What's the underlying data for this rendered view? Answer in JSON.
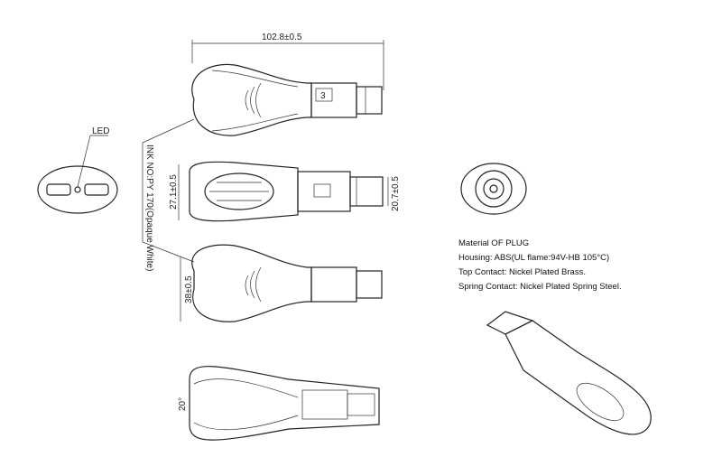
{
  "dimensions": {
    "length": "102.8±0.5",
    "height_side": "27.1±0.5",
    "tip_height": "20.7±0.5",
    "width": "38±0.5",
    "angle": "20°",
    "part_mark": "3"
  },
  "led_label": "LED",
  "ink_note": "INK NO:PY 170(Opaque White)",
  "material": {
    "title": "Material OF PLUG",
    "housing": "Housing: ABS(UL flame:94V-HB 105°C)",
    "top_contact": "Top Contact: Nickel Plated Brass.",
    "spring_contact": "Spring Contact: Nickel Plated Spring Steel."
  }
}
